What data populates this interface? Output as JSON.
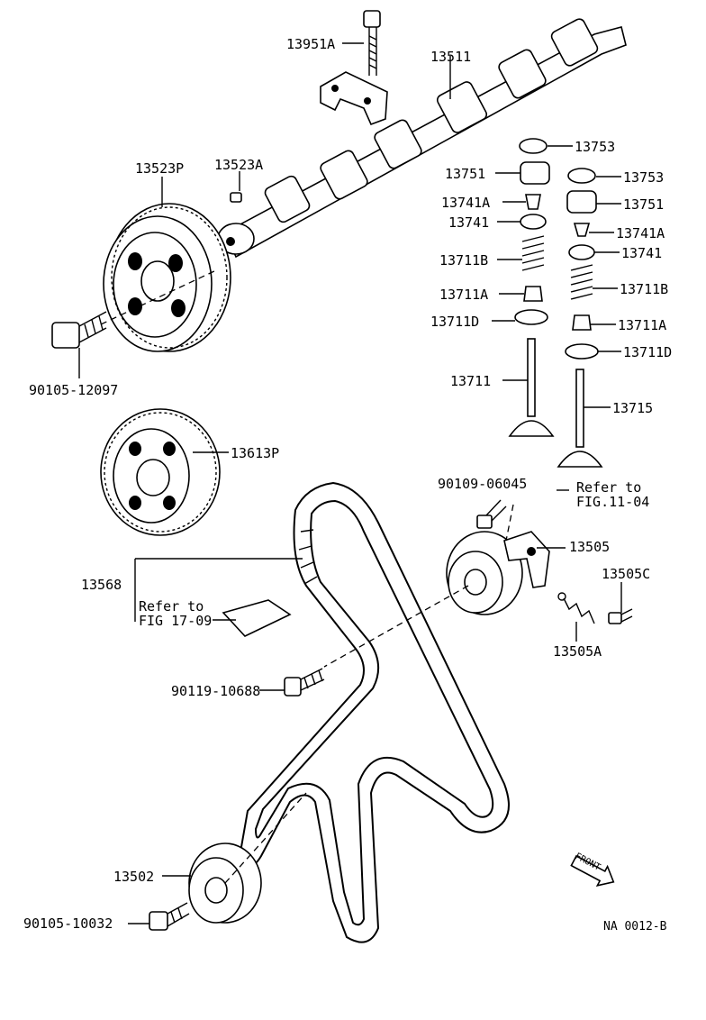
{
  "diagram": {
    "labels": {
      "camshaft": "13511",
      "cam_bearing_cap_bolt": "13951A",
      "cam_pulley": "13523P",
      "cam_key": "13523A",
      "pulley_bolt": "90105-12097",
      "crank_pulley": "13613P",
      "timing_belt": "13568",
      "refer_fig17_line1": "Refer to",
      "refer_fig17_line2": "FIG 17-09",
      "tensioner_bolt": "90119-10688",
      "idler_pulley": "13502",
      "idler_bolt": "90105-10032",
      "tensioner_stud": "90109-06045",
      "refer_fig11_line1": "Refer to",
      "refer_fig11_line2": "FIG.11-04",
      "tensioner": "13505",
      "tensioner_pin": "13505C",
      "tensioner_spring": "13505A",
      "shim_left": "13753",
      "lifter_left": "13751",
      "keeper_left": "13741A",
      "retainer_left": "13741",
      "spring_left": "13711B",
      "seal_left": "13711A",
      "seat_left": "13711D",
      "valve_intake": "13711",
      "shim_right": "13753",
      "lifter_right": "13751",
      "keeper_right": "13741A",
      "retainer_right": "13741",
      "spring_right": "13711B",
      "seal_right": "13711A",
      "seat_right": "13711D",
      "valve_exhaust": "13715",
      "front": "FRONT",
      "code": "NA 0012-B"
    }
  }
}
